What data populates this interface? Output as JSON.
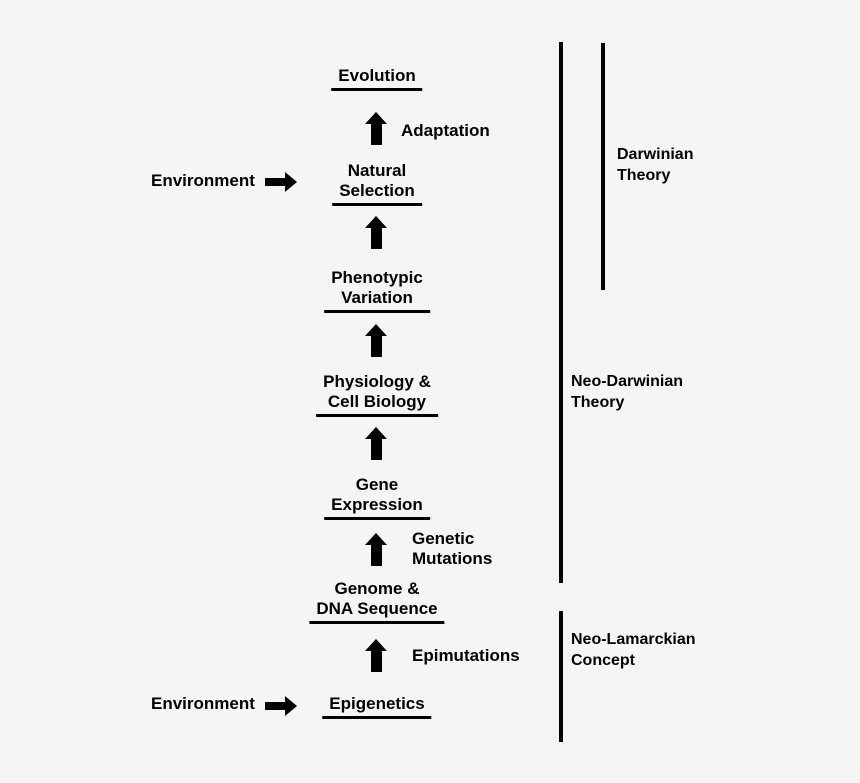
{
  "colors": {
    "background": "#f5f5f5",
    "ink": "#000000"
  },
  "environment": {
    "label": "Environment"
  },
  "nodes": {
    "evolution": {
      "lines": [
        "Evolution"
      ]
    },
    "natural_selection": {
      "lines": [
        "Natural",
        "Selection"
      ]
    },
    "phenotypic_variation": {
      "lines": [
        "Phenotypic",
        "Variation"
      ]
    },
    "physiology_cell_biology": {
      "lines": [
        "Physiology &",
        "Cell Biology"
      ]
    },
    "gene_expression": {
      "lines": [
        "Gene",
        "Expression"
      ]
    },
    "genome_dna_sequence": {
      "lines": [
        "Genome &",
        "DNA Sequence"
      ]
    },
    "epigenetics": {
      "lines": [
        "Epigenetics"
      ]
    }
  },
  "arrow_labels": {
    "adaptation": {
      "lines": [
        "Adaptation"
      ]
    },
    "genetic_mutations": {
      "lines": [
        "Genetic",
        "Mutations"
      ]
    },
    "epimutations": {
      "lines": [
        "Epimutations"
      ]
    }
  },
  "brackets": {
    "darwinian": {
      "lines": [
        "Darwinian",
        "Theory"
      ]
    },
    "neo_darwinian": {
      "lines": [
        "Neo-Darwinian",
        "Theory"
      ]
    },
    "neo_lamarckian": {
      "lines": [
        "Neo-Lamarckian",
        "Concept"
      ]
    }
  }
}
